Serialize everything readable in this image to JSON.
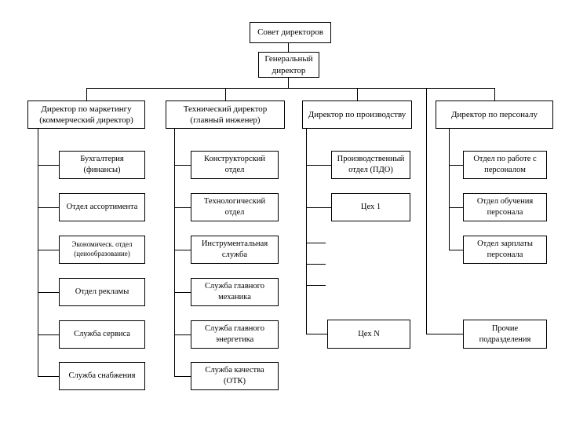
{
  "diagram": {
    "type": "org-chart",
    "root": "Совет директоров",
    "general": "Генеральный директор",
    "columns": [
      {
        "head": "Директор по маркетингу (коммерческий директор)",
        "boxes": [
          "Бухгалтерия (финансы)",
          "Отдел ассортимента",
          "Экономическ. отдел (ценообразование)",
          "Отдел рекламы",
          "Служба сервиса",
          "Служба снабжения"
        ]
      },
      {
        "head": "Технический директор (главный инженер)",
        "boxes": [
          "Конструкторский отдел",
          "Технологический отдел",
          "Инструментальная служба",
          "Служба главного механика",
          "Служба главного энергетика",
          "Служба качества (ОТК)"
        ]
      },
      {
        "head": "Директор по производству",
        "boxes": [
          "Производственный отдел (ПДО)",
          "Цех 1",
          "Цех N"
        ]
      },
      {
        "head": "Директор по персоналу",
        "boxes": [
          "Отдел по работе с персоналом",
          "Отдел обучения персонала",
          "Отдел зарплаты персонала",
          "Прочие подразделения"
        ]
      }
    ],
    "colors": {
      "line": "#000000",
      "box_border": "#000000",
      "background": "#ffffff",
      "text": "#000000"
    }
  }
}
